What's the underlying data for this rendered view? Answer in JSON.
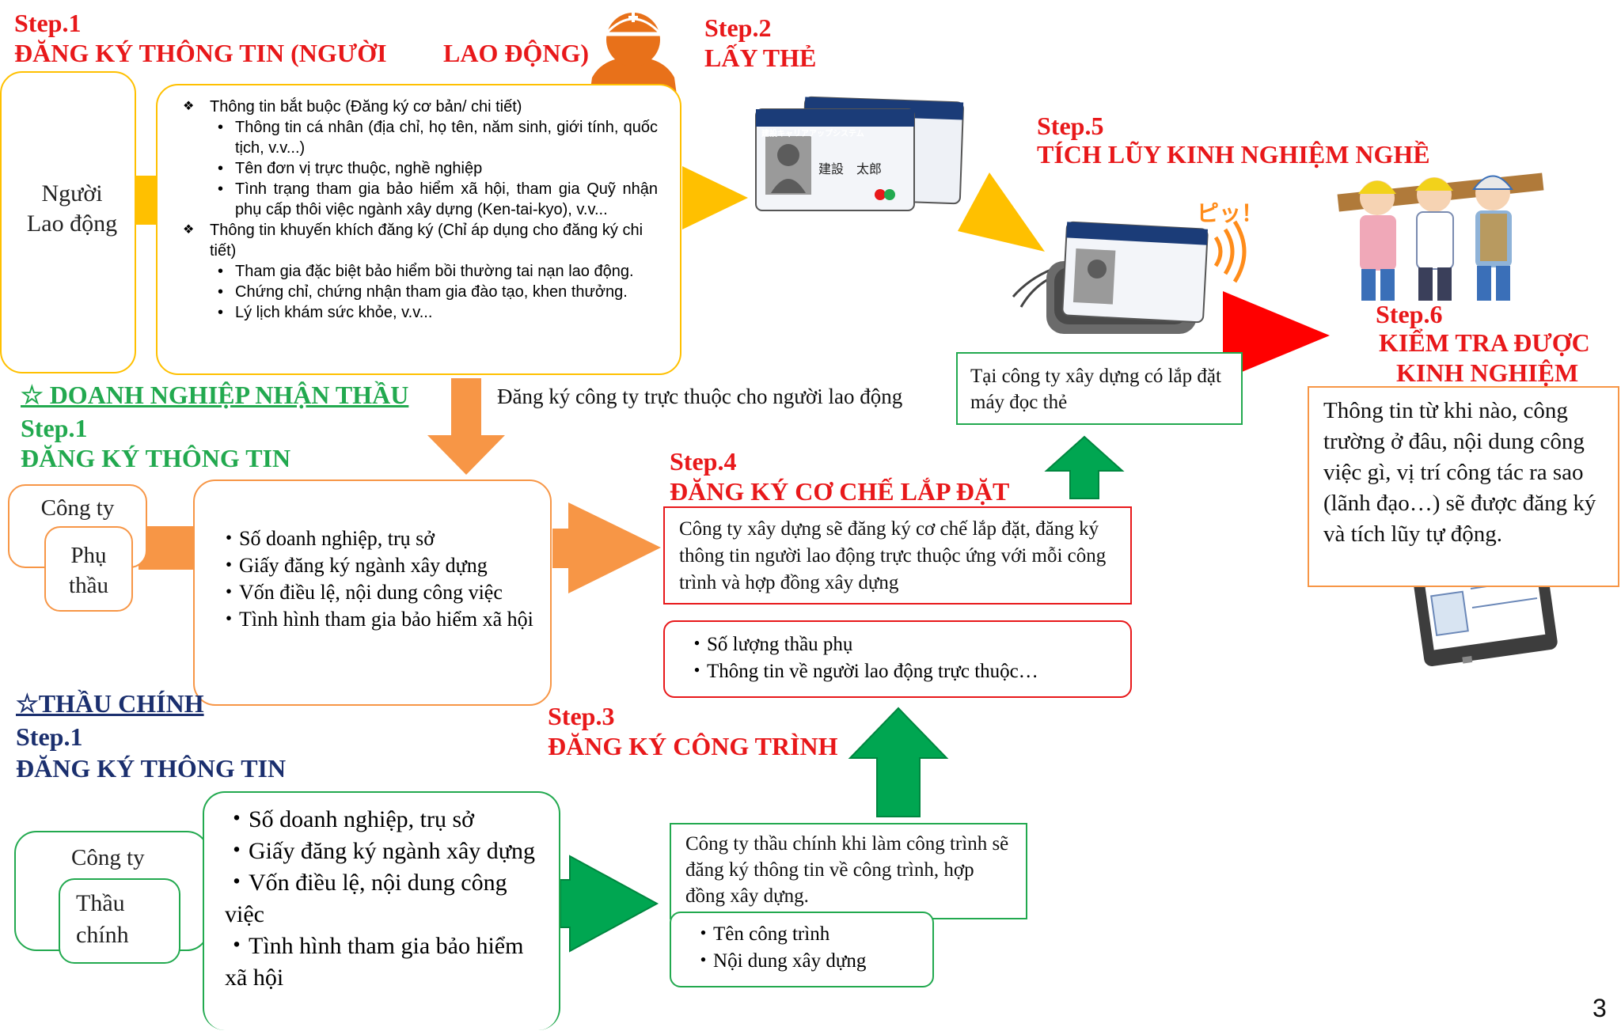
{
  "worker": {
    "step_label": "Step.1",
    "title": "ĐĂNG KÝ THÔNG TIN (NGƯỜI",
    "title_2": "LAO ĐỘNG)",
    "entity_label": "Người Lao động",
    "info_items": [
      {
        "level": 1,
        "text": "Thông tin bắt buộc (Đăng ký cơ bản/ chi tiết)"
      },
      {
        "level": 2,
        "text": "Thông tin cá nhân (địa chỉ, họ tên, năm sinh, giới tính, quốc tịch, v.v...)"
      },
      {
        "level": 2,
        "text": "Tên đơn vị trực thuộc, nghề nghiệp"
      },
      {
        "level": 2,
        "text": "Tình trạng tham gia bảo hiểm xã hội, tham gia Quỹ nhận phụ cấp thôi việc ngành xây dựng (Ken-tai-kyo), v.v..."
      },
      {
        "level": 1,
        "text": "Thông tin khuyến khích đăng ký (Chỉ áp dụng cho đăng ký chi tiết)"
      },
      {
        "level": 2,
        "text": "Tham gia đặc biệt bảo hiểm bồi thường tai nạn lao động."
      },
      {
        "level": 2,
        "text": "Chứng chỉ, chứng nhận tham gia đào tạo, khen thưởng."
      },
      {
        "level": 2,
        "text": "Lý lịch khám sức khỏe, v.v..."
      }
    ]
  },
  "step2": {
    "step_label": "Step.2",
    "title": "LẤY THẺ"
  },
  "card": {
    "org_text": "建設キャリアアップシステム",
    "name_text": "建設　太郎"
  },
  "step5": {
    "step_label": "Step.5",
    "title": "TÍCH LŨY KINH NGHIỆM NGHỀ",
    "beep_text": "ピッ！",
    "note": "Tại công ty xây dựng có lắp đặt máy đọc thẻ"
  },
  "step6": {
    "step_label": "Step.6",
    "title_1": "KIỂM TRA ĐƯỢC",
    "title_2": "KINH NGHIỆM",
    "description": "Thông tin từ khi nào, công trường ở đâu, nội dung công việc gì, vị trí công tác ra sao (lãnh đạo…) sẽ được đăng ký và tích lũy tự động."
  },
  "subcontractor": {
    "section_title": "☆ DOANH NGHIỆP NHẬN THẦU",
    "step_label": "Step.1",
    "title": "ĐĂNG KÝ THÔNG TIN",
    "entity_outer": "Công ty",
    "entity_inner": "Phụ thầu",
    "items": [
      "Số doanh nghiệp, trụ sở",
      "Giấy đăng ký ngành xây dựng",
      "Vốn điều lệ, nội dung công việc",
      "Tình hình tham gia bảo hiểm xã hội"
    ],
    "arrow_caption": "Đăng ký công ty trực thuộc cho người lao động"
  },
  "step4": {
    "step_label": "Step.4",
    "title": "ĐĂNG KÝ CƠ CHẾ LẮP ĐẶT",
    "description": "Công ty xây dựng sẽ đăng ký cơ chế lắp đặt, đăng ký thông tin người lao động trực thuộc ứng với mỗi công trình và hợp đồng xây dựng",
    "items": [
      "Số lượng thầu phụ",
      "Thông tin về người lao động trực thuộc…"
    ]
  },
  "prime": {
    "section_title": "☆THẦU CHÍNH",
    "step_label": "Step.1",
    "title": "ĐĂNG KÝ THÔNG TIN",
    "entity_outer": "Công ty",
    "entity_inner": "Thầu chính",
    "items": [
      "Số doanh nghiệp, trụ sở",
      "Giấy đăng ký ngành xây dựng",
      "Vốn điều lệ, nội dung công việc",
      "Tình hình tham gia bảo hiểm xã hội"
    ]
  },
  "step3": {
    "step_label": "Step.3",
    "title": "ĐĂNG KÝ CÔNG TRÌNH",
    "description": "Công ty thầu chính khi làm công trình sẽ đăng ký thông tin về công trình, hợp đồng xây dựng.",
    "items": [
      "Tên công trình",
      "Nội dung xây dựng"
    ]
  },
  "page_number": "3",
  "colors": {
    "red": "#e8181a",
    "green": "#22a94f",
    "navy": "#1b2f6e",
    "yellow": "#ffc000",
    "orange": "#f79646",
    "dark_green": "#00a651"
  }
}
